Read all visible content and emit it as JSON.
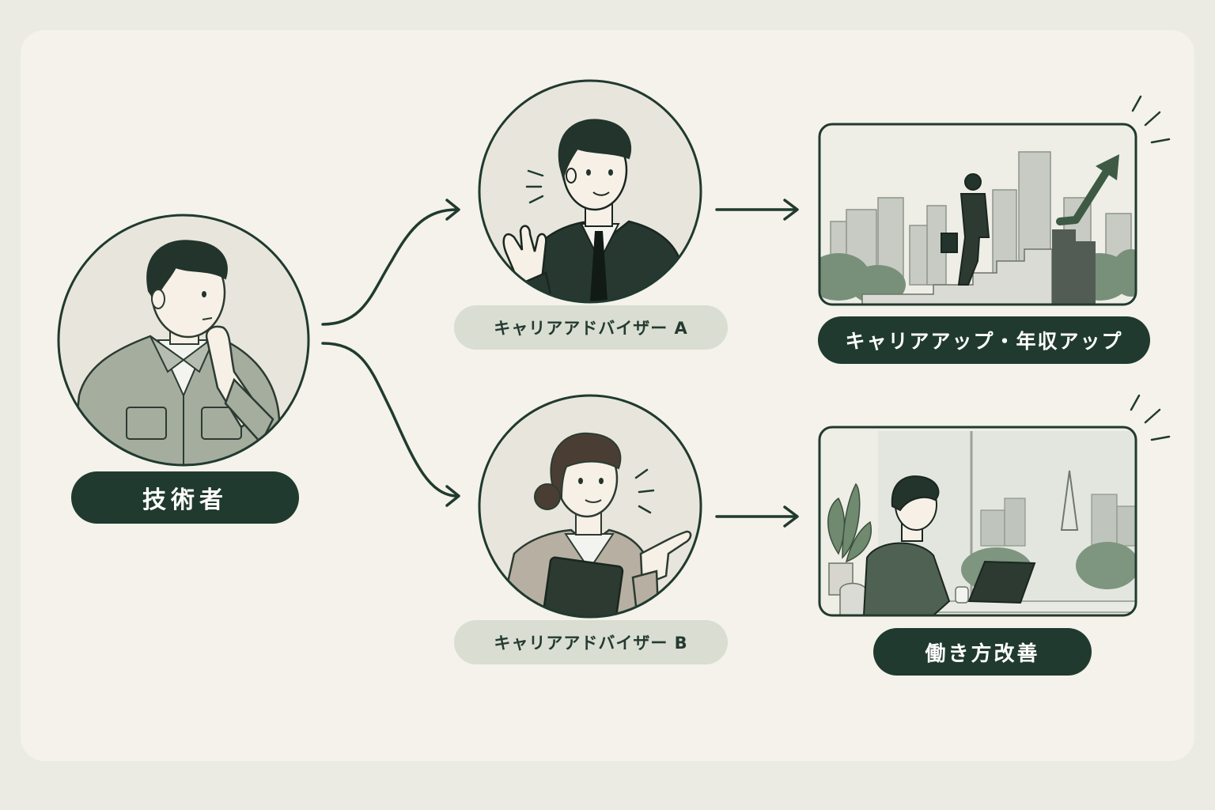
{
  "nodes": {
    "technician": {
      "label": "技術者"
    },
    "advisor_a": {
      "label": "キャリアアドバイザー A"
    },
    "advisor_b": {
      "label": "キャリアアドバイザー B"
    },
    "career_up": {
      "label": "キャリアアップ・年収アップ"
    },
    "work_style": {
      "label": "働き方改善"
    }
  },
  "edges": [
    {
      "from": "technician",
      "to": "advisor_a"
    },
    {
      "from": "technician",
      "to": "advisor_b"
    },
    {
      "from": "advisor_a",
      "to": "career_up"
    },
    {
      "from": "advisor_b",
      "to": "work_style"
    }
  ],
  "colors": {
    "dark_green": "#203a2f",
    "light_pill": "#d9ddd2",
    "background": "#f4f2ea",
    "accent": "#5e7a63"
  }
}
